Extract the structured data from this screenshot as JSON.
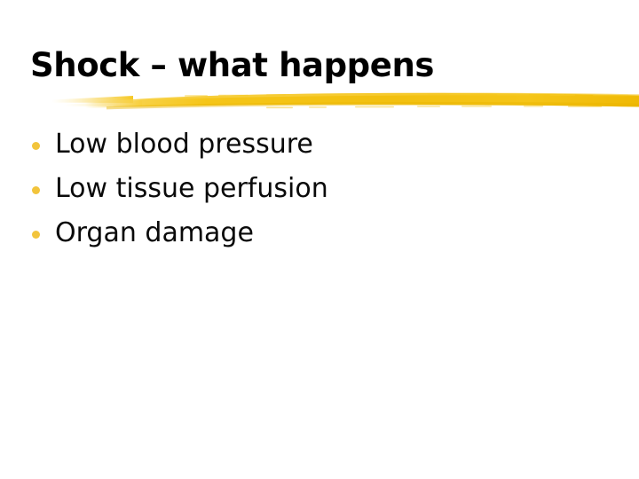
{
  "slide": {
    "background_color": "#ffffff",
    "title": "Shock – what happens",
    "title_color": "#000000",
    "accent_color": "#f5c518",
    "bullet_color": "#f2c43c",
    "underline": {
      "name": "yellow-brush-stroke",
      "color_light": "#f8d65a",
      "color_mid": "#f5c518",
      "color_dark": "#e8b300"
    },
    "bullets": [
      {
        "text": "Low blood pressure"
      },
      {
        "text": "Low tissue perfusion"
      },
      {
        "text": "Organ damage"
      }
    ]
  }
}
